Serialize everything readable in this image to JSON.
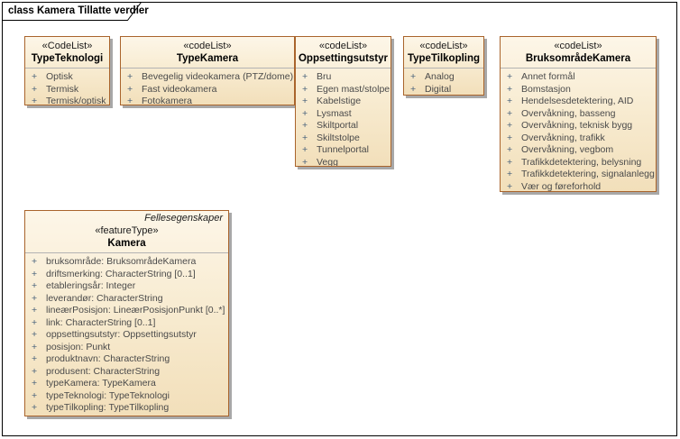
{
  "diagram": {
    "title": "class Kamera Tillatte verdier"
  },
  "colors": {
    "box_fill_top": "#fdf6e8",
    "box_fill_bottom": "#f2dfba",
    "box_border": "#a9642c",
    "box_shadow": "#a8a8a8",
    "separator": "#b3b3b3",
    "attribute_text": "#4a4a4a",
    "plus_sign": "#46607a",
    "frame_border": "#000000"
  },
  "attribute_prefix": "+",
  "classes": [
    {
      "key": "typeteknologi",
      "stereotype": "«CodeList»",
      "name": "TypeTeknologi",
      "attributes": [
        "Optisk",
        "Termisk",
        "Termisk/optisk"
      ]
    },
    {
      "key": "typekamera",
      "stereotype": "«codeList»",
      "name": "TypeKamera",
      "attributes": [
        "Bevegelig videokamera (PTZ/dome)",
        "Fast videokamera",
        "Fotokamera"
      ]
    },
    {
      "key": "oppsettingsutstyr",
      "stereotype": "«codeList»",
      "name": "Oppsettingsutstyr",
      "attributes": [
        "Bru",
        "Egen mast/stolpe",
        "Kabelstige",
        "Lysmast",
        "Skiltportal",
        "Skiltstolpe",
        "Tunnelportal",
        "Vegg"
      ]
    },
    {
      "key": "typetilkopling",
      "stereotype": "«codeList»",
      "name": "TypeTilkopling",
      "attributes": [
        "Analog",
        "Digital"
      ]
    },
    {
      "key": "bruksomradekamera",
      "stereotype": "«codeList»",
      "name": "BruksområdeKamera",
      "attributes": [
        "Annet formål",
        "Bomstasjon",
        "Hendelsesdetektering, AID",
        "Overvåkning, basseng",
        "Overvåkning, teknisk bygg",
        "Overvåkning, trafikk",
        "Overvåkning, vegbom",
        "Trafikkdetektering, belysning",
        "Trafikkdetektering, signalanlegg",
        "Vær og føreforhold"
      ]
    },
    {
      "key": "kamera",
      "package": "Fellesegenskaper",
      "stereotype": "«featureType»",
      "name": "Kamera",
      "attributes": [
        "bruksområde: BruksområdeKamera",
        "driftsmerking: CharacterString [0..1]",
        "etableringsår: Integer",
        "leverandør: CharacterString",
        "lineærPosisjon: LineærPosisjonPunkt [0..*]",
        "link: CharacterString [0..1]",
        "oppsettingsutstyr: Oppsettingsutstyr",
        "posisjon: Punkt",
        "produktnavn: CharacterString",
        "produsent: CharacterString",
        "typeKamera: TypeKamera",
        "typeTeknologi: TypeTeknologi",
        "typeTilkopling: TypeTilkopling"
      ]
    }
  ]
}
